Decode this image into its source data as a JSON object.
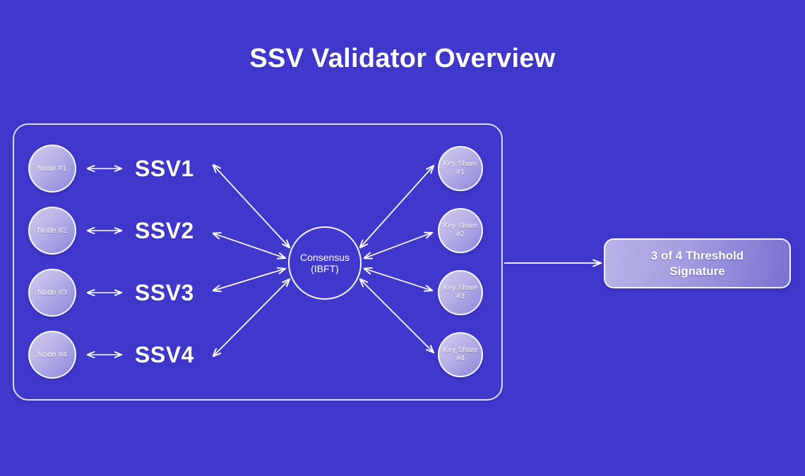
{
  "page": {
    "title": "SSV Validator Overview",
    "background_color": "#4038CC",
    "accent_light": "#CFCBEE",
    "accent_mid": "#A39CDF",
    "accent_deep": "#7A71D2",
    "stroke_color": "#FFFFFF"
  },
  "cluster": {
    "rows": [
      {
        "node_label": "Node #1",
        "ssv_label": "SSV1",
        "link_icon": "double-arrow-icon"
      },
      {
        "node_label": "Node #2",
        "ssv_label": "SSV2",
        "link_icon": "double-arrow-icon"
      },
      {
        "node_label": "Node #3",
        "ssv_label": "SSV3",
        "link_icon": "double-arrow-icon"
      },
      {
        "node_label": "Node #4",
        "ssv_label": "SSV4",
        "link_icon": "double-arrow-icon"
      }
    ],
    "consensus": {
      "line1": "Consensus",
      "line2": "(IBFT)"
    },
    "key_shares": [
      {
        "line1": "Key Share",
        "line2": "#1"
      },
      {
        "line1": "Key Share",
        "line2": "#2"
      },
      {
        "line1": "Key Share",
        "line2": "#3"
      },
      {
        "line1": "Key Share",
        "line2": "#4"
      }
    ]
  },
  "output": {
    "line1": "3 of 4 Threshold",
    "line2": "Signature"
  }
}
